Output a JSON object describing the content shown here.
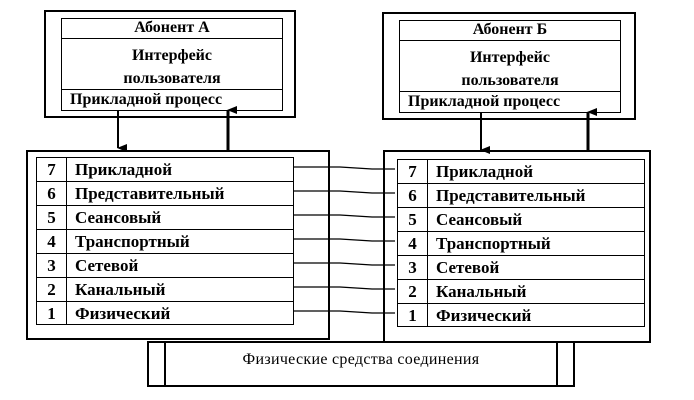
{
  "subscriber_a": {
    "title": "Абонент А",
    "interface_line1": "Интерфейс",
    "interface_line2": "пользователя",
    "process": "Прикладной процесс"
  },
  "subscriber_b": {
    "title": "Абонент Б",
    "interface_line1": "Интерфейс",
    "interface_line2": "пользователя",
    "process": "Прикладной процесс"
  },
  "layers": [
    {
      "num": "7",
      "name": "Прикладной"
    },
    {
      "num": "6",
      "name": "Представительный"
    },
    {
      "num": "5",
      "name": "Сеансовый"
    },
    {
      "num": "4",
      "name": "Транспортный"
    },
    {
      "num": "3",
      "name": "Сетевой"
    },
    {
      "num": "2",
      "name": "Канальный"
    },
    {
      "num": "1",
      "name": "Физический"
    }
  ],
  "physical_medium": "Физические средства соединения"
}
